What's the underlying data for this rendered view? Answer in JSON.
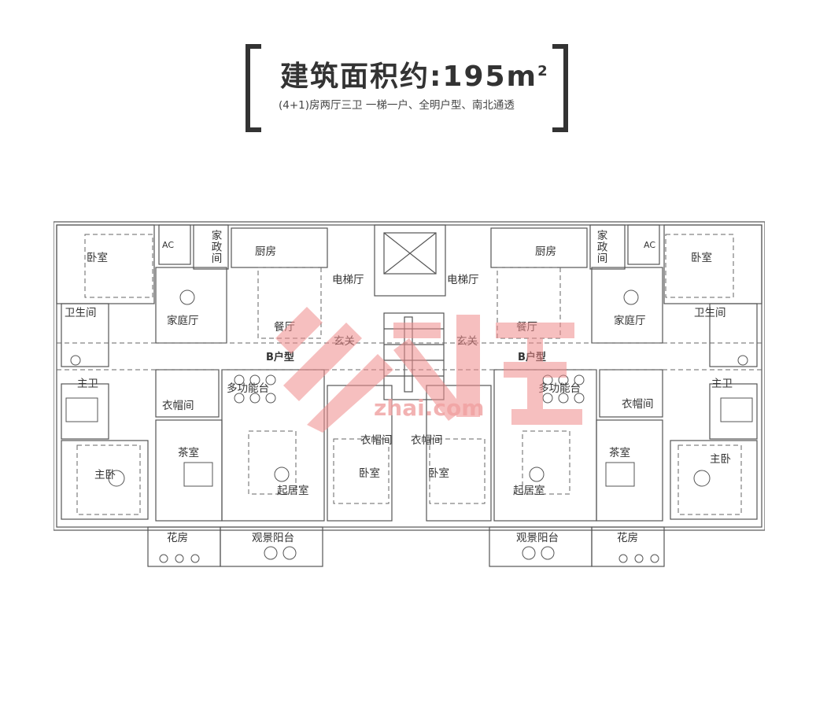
{
  "header": {
    "title": "建筑面积约:195m",
    "title_sup": "2",
    "subtitle": "(4+1)房两厅三卫  一梯一户、全明户型、南北通透"
  },
  "plan": {
    "unit_type_left": "B户型",
    "unit_type_right": "B户型",
    "rooms_left": {
      "bedroom_nw": "卧室",
      "ac": "AC",
      "housekeeping": "家政间",
      "kitchen": "厨房",
      "family_hall": "家庭厅",
      "bathroom": "卫生间",
      "dining": "餐厅",
      "elevator_hall": "电梯厅",
      "foyer": "玄关",
      "master_bath": "主卫",
      "cloakroom": "衣帽间",
      "multi_function": "多功能台",
      "master_bedroom": "主卧",
      "tea_room": "茶室",
      "living_room": "起居室",
      "cloakroom_2": "衣帽间",
      "bedroom_s": "卧室",
      "flower_room": "花房",
      "view_balcony": "观景阳台"
    },
    "rooms_right": {
      "bedroom_ne": "卧室",
      "ac": "AC",
      "housekeeping": "家政间",
      "kitchen": "厨房",
      "family_hall": "家庭厅",
      "bathroom": "卫生间",
      "dining": "餐厅",
      "elevator_hall": "电梯厅",
      "foyer": "玄关",
      "master_bath": "主卫",
      "cloakroom": "衣帽间",
      "multi_function": "多功能台",
      "master_bedroom": "主卧",
      "tea_room": "茶室",
      "living_room": "起居室",
      "cloakroom_2": "衣帽间",
      "bedroom_s": "卧室",
      "flower_room": "花房",
      "view_balcony": "观景阳台"
    }
  },
  "watermark": {
    "url": "zhai.com",
    "color": "#f08c8c"
  },
  "colors": {
    "line": "#555555",
    "text": "#333333",
    "watermark": "#f08c8c"
  }
}
